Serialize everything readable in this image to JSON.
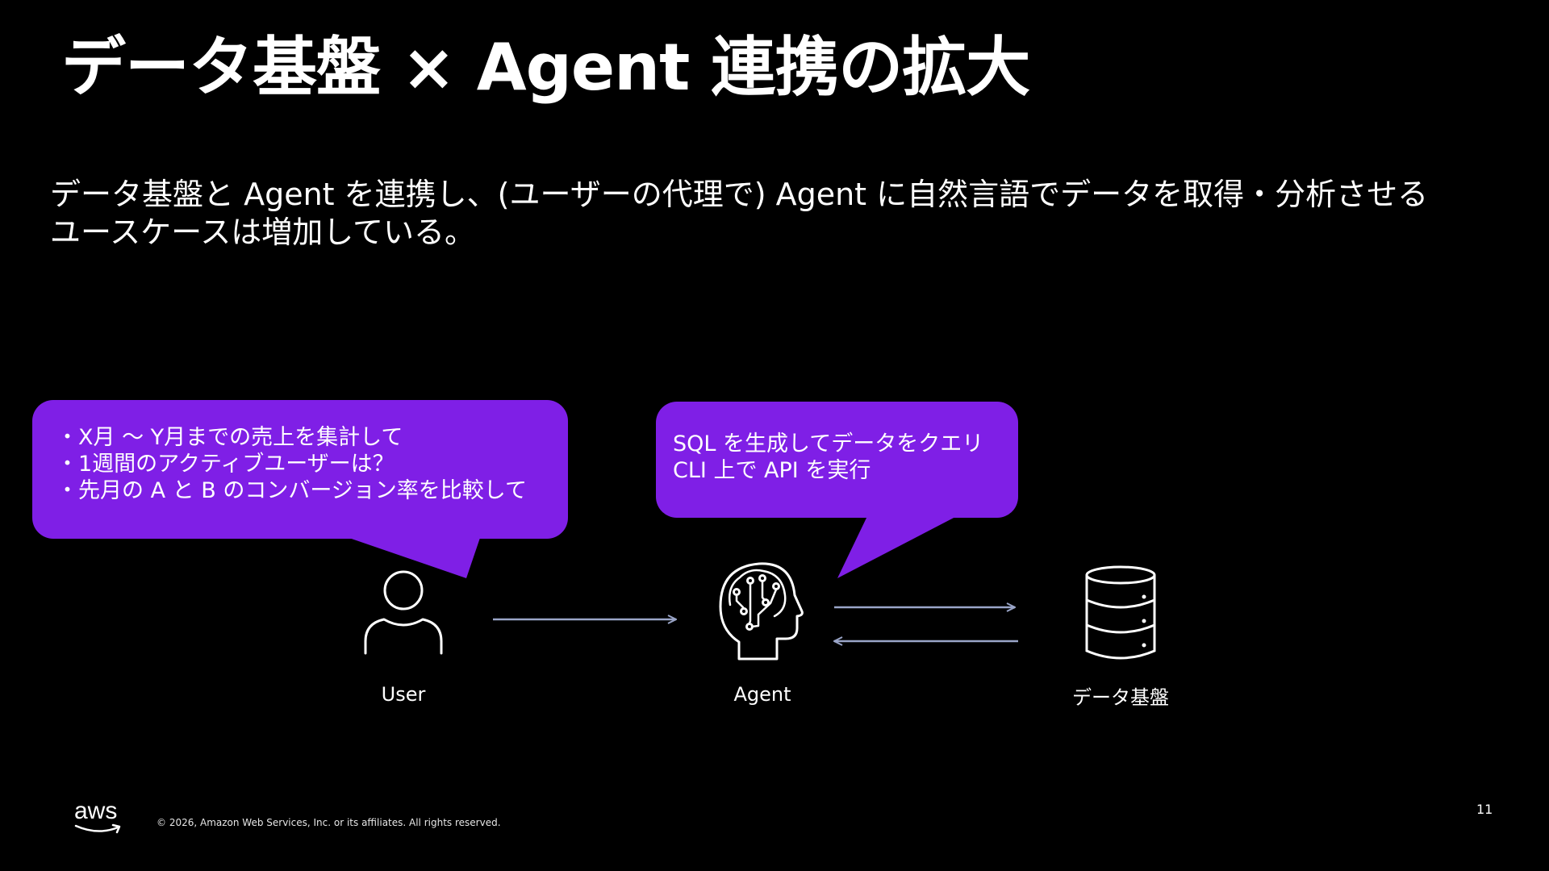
{
  "slide": {
    "title": "データ基盤 × Agent 連携の拡大",
    "intro_lines": [
      "データ基盤と Agent を連携し、(ユーザーの代理で) Agent に自然言語でデータを取得・分析させる",
      "ユースケースは増加している。"
    ],
    "user_bubble": {
      "lines": [
        "・X月 ～ Y月までの売上を集計して",
        "・1週間のアクティブユーザーは？",
        "・先月の A と B のコンバージョン率を比較して"
      ]
    },
    "agent_bubble": {
      "lines": [
        "SQL を生成してデータをクエリ",
        "CLI 上で API を実行"
      ]
    },
    "nodes": {
      "user": {
        "label": "User",
        "icon": "user-icon"
      },
      "agent": {
        "label": "Agent",
        "icon": "ai-brain-head-icon"
      },
      "data": {
        "label": "データ基盤",
        "icon": "database-icon"
      }
    },
    "footer": {
      "logo": "aws",
      "copyright": "© 2026, Amazon Web Services, Inc. or its affiliates. All rights reserved.",
      "page_number": "11"
    }
  },
  "colors": {
    "background": "#000000",
    "bubble": "#7f1fe6",
    "arrow": "#9aa5c8",
    "text": "#ffffff"
  }
}
